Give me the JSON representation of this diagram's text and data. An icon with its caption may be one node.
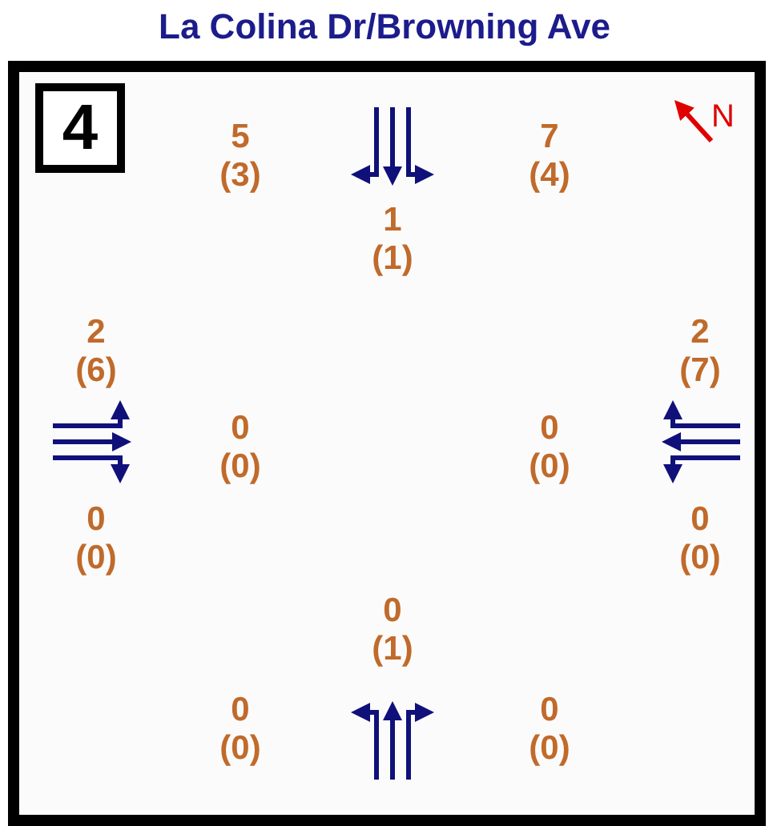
{
  "diagram": {
    "title": "La Colina Dr/Browning Ave",
    "labels": [
      "4",
      "N",
      "5 (3)",
      "7 (4)",
      "1 (1)",
      "2 (6)",
      "2 (7)",
      "0 (0)",
      "0 (0)",
      "0 (0)",
      "0 (0)",
      "0 (1)",
      "0 (0)",
      "0 (0)"
    ]
  }
}
